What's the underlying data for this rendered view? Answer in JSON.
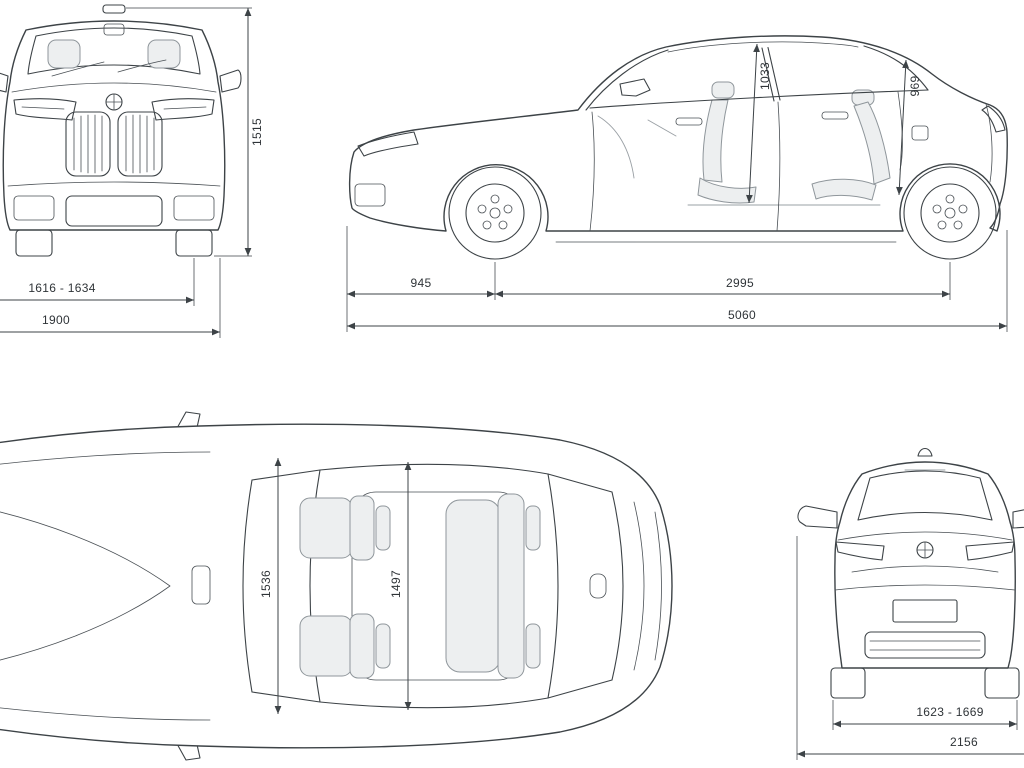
{
  "colors": {
    "line": "#3d4347",
    "text": "#2f3438",
    "seat_fill": "#edeff0",
    "background": "#ffffff"
  },
  "views": {
    "front": {
      "dimensions": {
        "overall_height": "1515",
        "front_track": "1616 - 1634",
        "body_width": "1900"
      }
    },
    "side": {
      "dimensions": {
        "front_interior_height": "1033",
        "rear_interior_height": "969",
        "front_overhang": "945",
        "wheelbase": "2995",
        "overall_length": "5060"
      }
    },
    "top": {
      "dimensions": {
        "front_interior_width": "1536",
        "rear_interior_width": "1497"
      }
    },
    "rear": {
      "dimensions": {
        "rear_track": "1623 - 1669",
        "overall_width": "2156"
      }
    }
  }
}
